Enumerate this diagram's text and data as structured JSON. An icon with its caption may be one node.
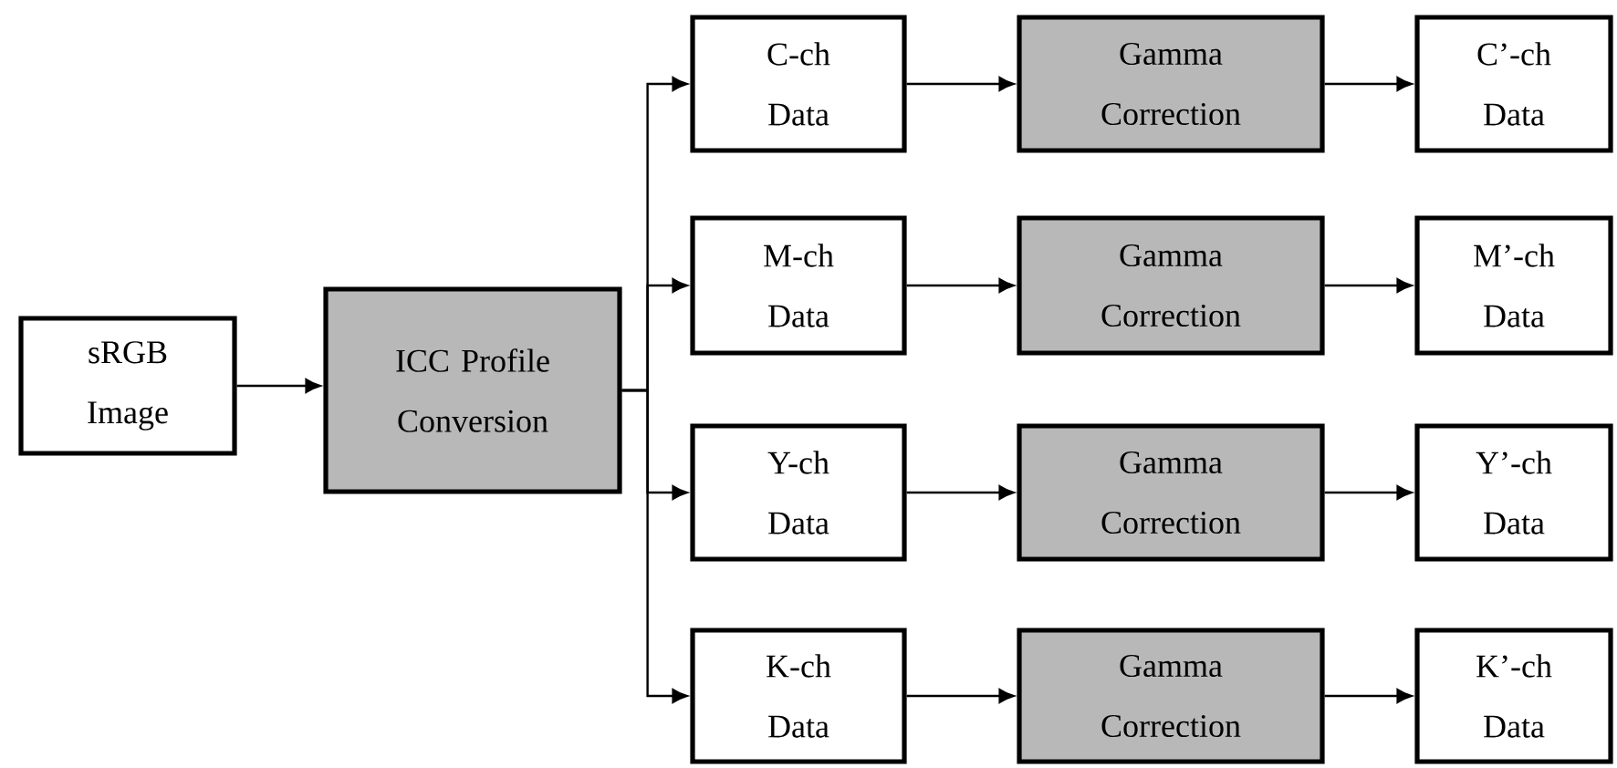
{
  "diagram": {
    "nodes": [
      {
        "text": [
          "sRGB Image"
        ]
      },
      {
        "text": [
          "ICC Profile Conversion"
        ]
      },
      {
        "text": [
          "C-ch Data"
        ]
      },
      {
        "text": [
          "Gamma Correction"
        ]
      },
      {
        "text": [
          "C’-ch Data"
        ]
      },
      {
        "text": [
          "M-ch Data"
        ]
      },
      {
        "text": [
          "Gamma Correction"
        ]
      },
      {
        "text": [
          "M’-ch Data"
        ]
      },
      {
        "text": [
          "Y-ch Data"
        ]
      },
      {
        "text": [
          "Gamma Correction"
        ]
      },
      {
        "text": [
          "Y’-ch Data"
        ]
      },
      {
        "text": [
          "K-ch Data"
        ]
      },
      {
        "text": [
          "Gamma Correction"
        ]
      },
      {
        "text": [
          "K’-ch Data"
        ]
      }
    ],
    "edges": [
      {
        "from": 0,
        "to": 1,
        "arrow": "to"
      },
      {
        "from": 1,
        "to": 2,
        "arrow": "to"
      },
      {
        "from": 1,
        "to": 5,
        "arrow": "to"
      },
      {
        "from": 1,
        "to": 8,
        "arrow": "to"
      },
      {
        "from": 1,
        "to": 11,
        "arrow": "to"
      },
      {
        "from": 2,
        "to": 3,
        "arrow": "to"
      },
      {
        "from": 3,
        "to": 4,
        "arrow": "to"
      },
      {
        "from": 5,
        "to": 6,
        "arrow": "to"
      },
      {
        "from": 6,
        "to": 7,
        "arrow": "to"
      },
      {
        "from": 8,
        "to": 9,
        "arrow": "to"
      },
      {
        "from": 9,
        "to": 10,
        "arrow": "to"
      },
      {
        "from": 11,
        "to": 12,
        "arrow": "to"
      },
      {
        "from": 12,
        "to": 13,
        "arrow": "to"
      }
    ]
  }
}
